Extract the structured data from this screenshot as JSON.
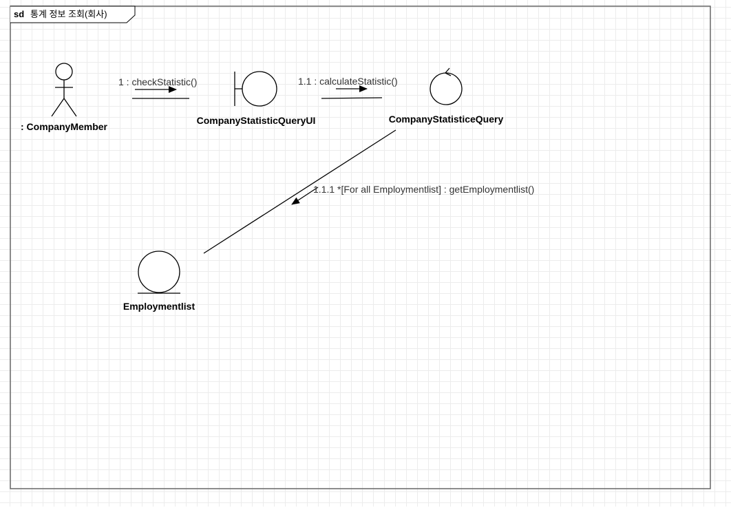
{
  "frame": {
    "keyword": "sd",
    "title": "통계 정보 조회(회사)"
  },
  "objects": {
    "actor": {
      "label": ": CompanyMember",
      "icon": "actor-stick-figure-icon"
    },
    "boundary": {
      "label": "CompanyStatisticQueryUI",
      "icon": "boundary-icon"
    },
    "control": {
      "label": "CompanyStatisticeQuery",
      "icon": "control-icon"
    },
    "entity": {
      "label": "Employmentlist",
      "icon": "entity-icon"
    }
  },
  "messages": {
    "m1": "1 : checkStatistic()",
    "m1_1": "1.1 : calculateStatistic()",
    "m1_1_1": "1.1.1 *[For all Employmentlist] : getEmploymentlist()"
  },
  "colors": {
    "stroke": "#000000",
    "frame_border": "#666666",
    "grid": "#ececec",
    "message_text": "#333333"
  }
}
